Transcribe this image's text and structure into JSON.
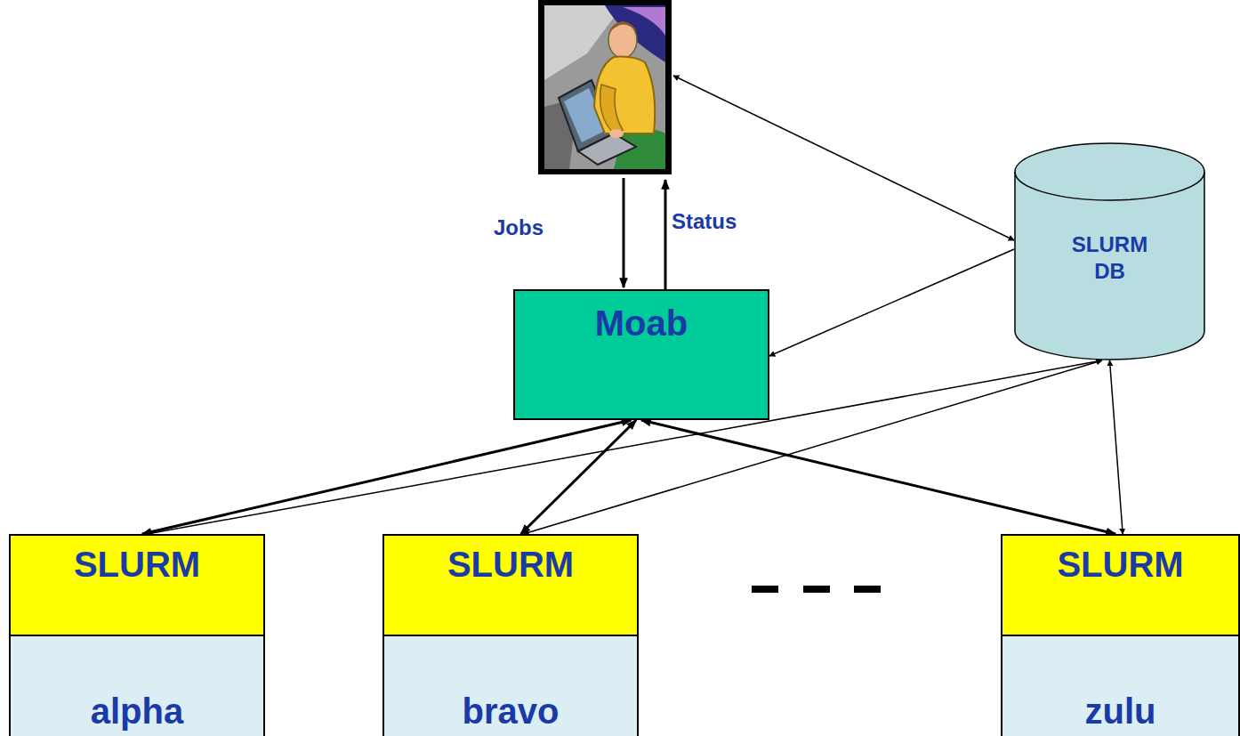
{
  "diagram": {
    "nodes": [
      {
        "text": [
          "Moab"
        ]
      },
      {
        "text": [
          "SLURM DB"
        ]
      },
      {
        "text": [
          "SLURM",
          "alpha"
        ]
      },
      {
        "text": [
          "SLURM",
          "bravo"
        ]
      },
      {
        "text": [
          "SLURM",
          "zulu"
        ]
      }
    ],
    "edges": [
      {
        "from": 0,
        "to": 2,
        "arrow": "both"
      },
      {
        "from": 0,
        "to": 3,
        "arrow": "both"
      },
      {
        "from": 0,
        "to": 4,
        "arrow": "both"
      },
      {
        "from": 1,
        "to": 0,
        "arrow": "to"
      },
      {
        "from": 1,
        "to": 2,
        "arrow": "both"
      },
      {
        "from": 1,
        "to": 3,
        "arrow": "both"
      },
      {
        "from": 1,
        "to": 4,
        "arrow": "both"
      }
    ],
    "labels": [
      "Jobs",
      "Status"
    ]
  }
}
